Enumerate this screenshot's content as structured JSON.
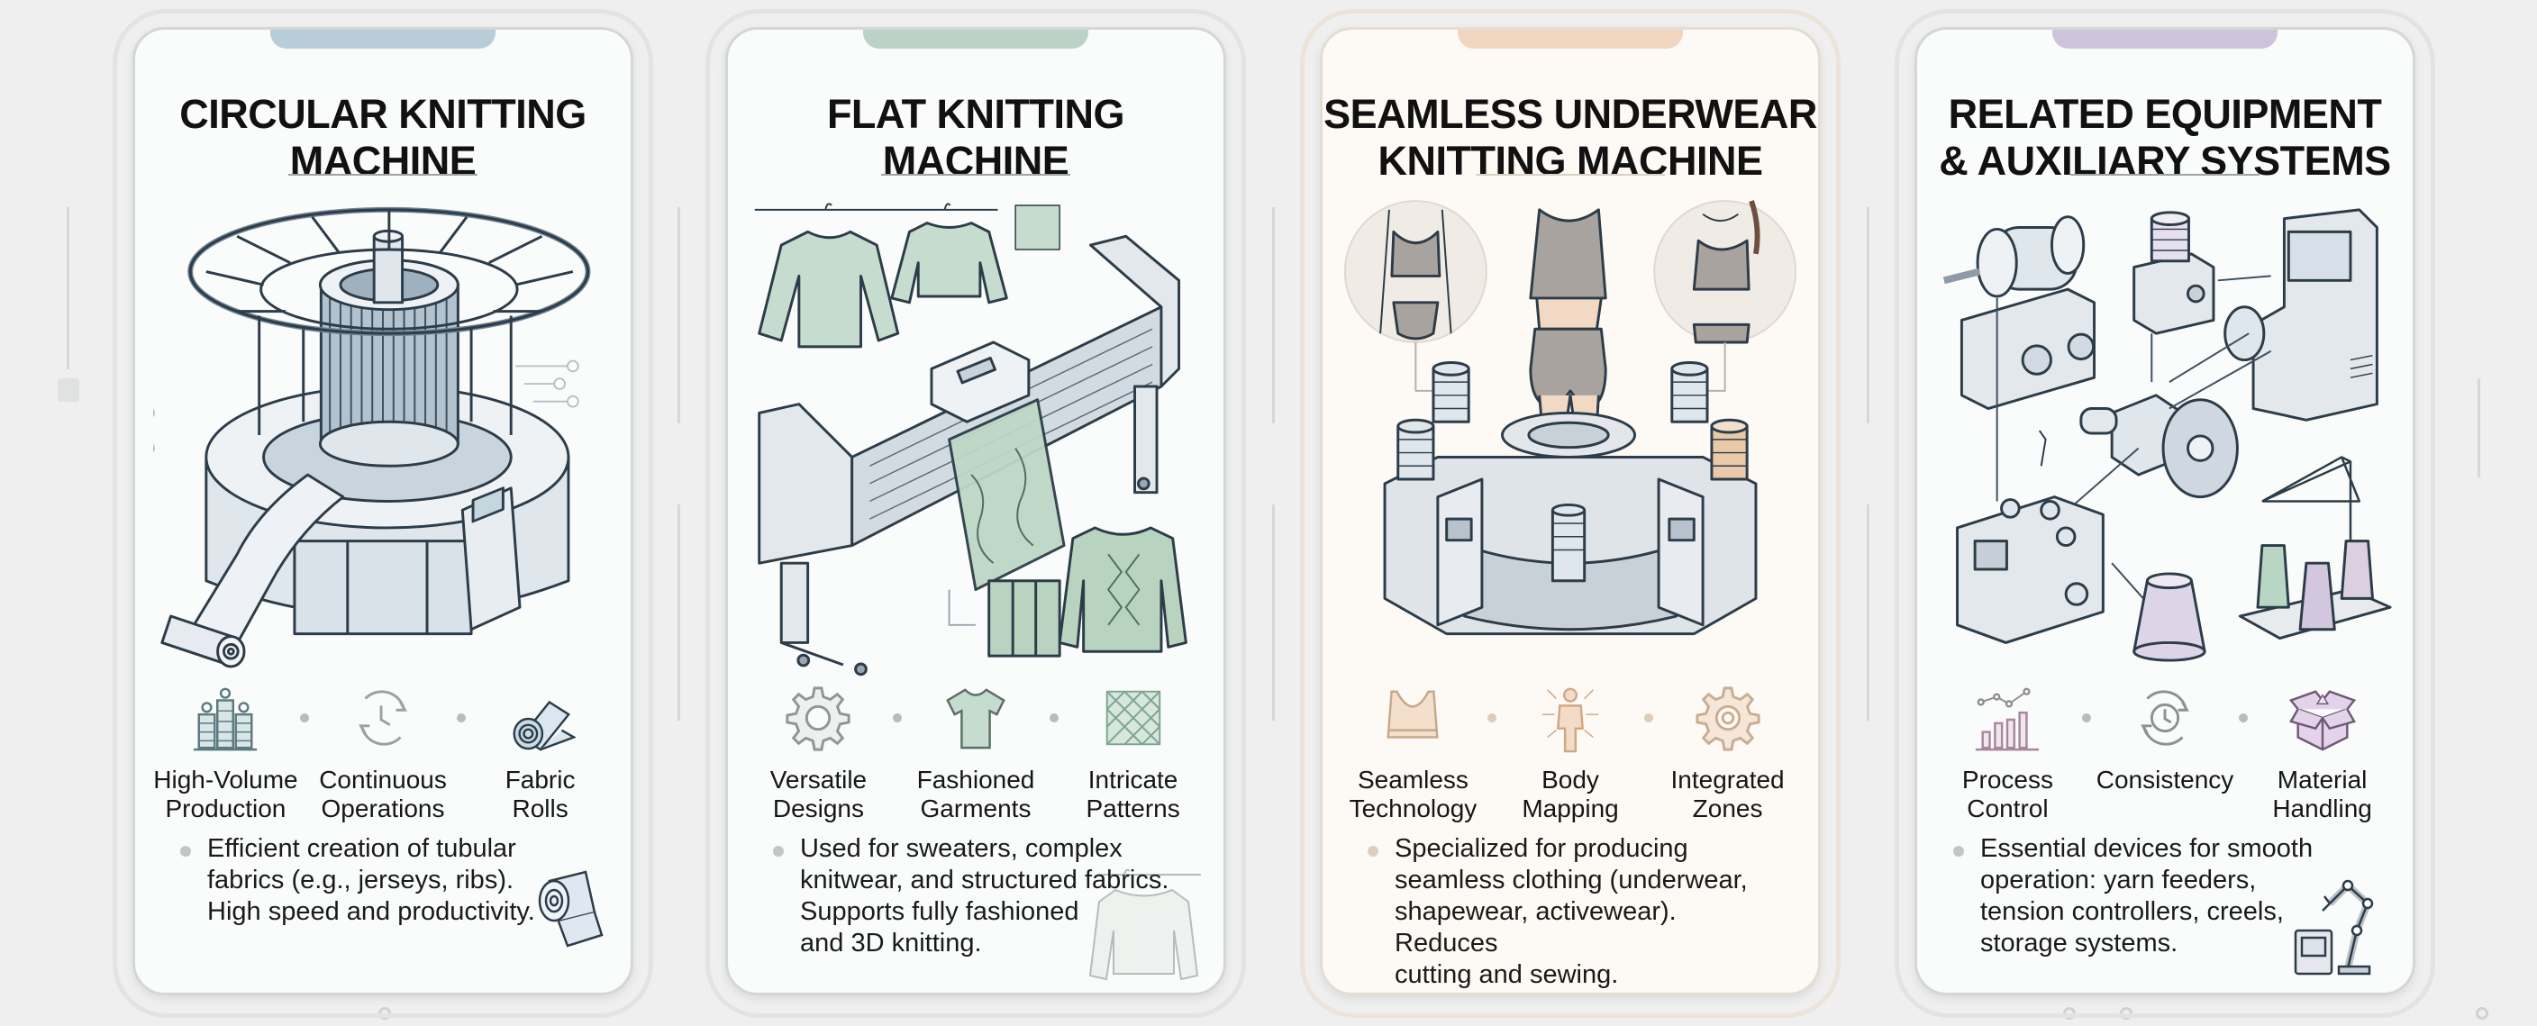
{
  "panels": [
    {
      "id": "circular",
      "title": "CIRCULAR KNITTING\nMACHINE",
      "accent": "#b7cdd8",
      "illustration": "circular-knitting-machine-illustration",
      "features": [
        {
          "label": "High-Volume\nProduction",
          "icon": "bottles-icon"
        },
        {
          "label": "Continuous\nOperations",
          "icon": "cycle-clock-icon"
        },
        {
          "label": "Fabric\nRolls",
          "icon": "fabric-roll-icon"
        }
      ],
      "description": "Efficient creation of tubular\nfabrics (e.g., jerseys, ribs).\nHigh speed and productivity.",
      "description_icon": "fabric-roll-icon"
    },
    {
      "id": "flat",
      "title": "FLAT KNITTING\nMACHINE",
      "accent": "#b9d3c6",
      "illustration": "flat-knitting-machine-illustration",
      "features": [
        {
          "label": "Versatile\nDesigns",
          "icon": "gear-icon"
        },
        {
          "label": "Fashioned\nGarments",
          "icon": "tshirt-icon"
        },
        {
          "label": "Intricate\nPatterns",
          "icon": "knit-pattern-icon"
        }
      ],
      "description": "Used for sweaters, complex\nknitwear, and structured fabrics.\nSupports fully fashioned\nand 3D knitting.",
      "description_icon": "sweater-on-hanger-icon"
    },
    {
      "id": "seamless",
      "title": "SEAMLESS UNDERWEAR\nKNITTING MACHINE",
      "accent": "#f1d6bf",
      "illustration": "seamless-knitting-machine-illustration",
      "features": [
        {
          "label": "Seamless\nTechnology",
          "icon": "sports-bra-icon"
        },
        {
          "label": "Body\nMapping",
          "icon": "body-map-icon"
        },
        {
          "label": "Integrated\nZones",
          "icon": "gear-target-icon"
        }
      ],
      "description": "Specialized for producing\nseamless clothing (underwear,\nshapewear, activewear). Reduces\ncutting and sewing.",
      "description_icon": ""
    },
    {
      "id": "auxiliary",
      "title": "RELATED EQUIPMENT\n& AUXILIARY SYSTEMS",
      "accent": "#cdc4dc",
      "illustration": "auxiliary-equipment-illustration",
      "features": [
        {
          "label": "Process\nControl",
          "icon": "bar-chart-icon"
        },
        {
          "label": "Consistency",
          "icon": "cycle-clock-icon"
        },
        {
          "label": "Material\nHandling",
          "icon": "open-box-icon"
        }
      ],
      "description": "Essential devices for smooth\noperation: yarn feeders,\ntension controllers, creels,\nstorage systems.",
      "description_icon": "robot-arm-icon"
    }
  ],
  "colors": {
    "background": "#eeefee",
    "card": "#fafbfb",
    "card_warm": "#fdfaf5",
    "line": "#2c3c48",
    "steel": "#dfe6ec",
    "steel_dark": "#b9c6d1",
    "sage": "#c6dccf",
    "skin": "#f1d9c4",
    "taupe": "#a8a4a2",
    "lavender": "#d6cbe0",
    "mint": "#b9d6c4"
  }
}
